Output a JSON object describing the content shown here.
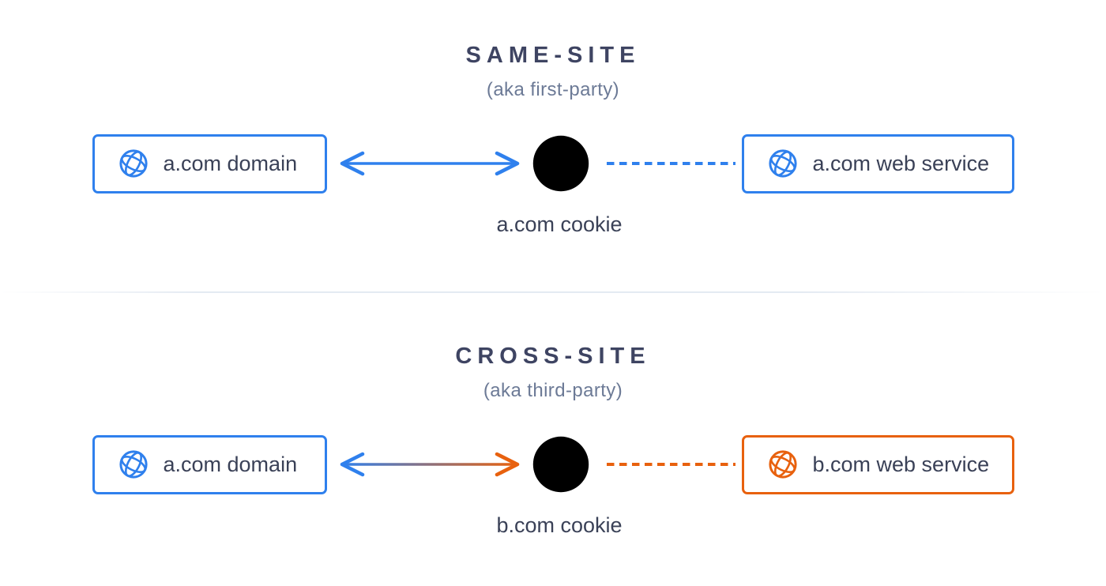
{
  "colors": {
    "blue": "#2F80ED",
    "orange": "#E8610E",
    "navy": "#3A4157",
    "navy_title": "#3E4462",
    "muted": "#6C7A96",
    "cookie_blue_fill": "#A5C7F3",
    "cookie_orange_fill": "#F9D2A4",
    "divider": "#E4EAF2"
  },
  "icons": {
    "globe": "globe-icon (wireframe sphere)",
    "cookie_blue": "cookie-icon (blue cookie with chips and shine)",
    "cookie_orange": "cookie-icon (orange cookie with chips and shine)",
    "bidirectional_arrow_blue": "double-headed arrow, solid blue",
    "bidirectional_arrow_gradient": "double-headed arrow, blue-to-orange gradient",
    "dashed_connector_blue": "dashed horizontal connector, blue",
    "dashed_connector_orange": "dashed horizontal connector, orange"
  },
  "sections": [
    {
      "title": "SAME-SITE",
      "subtitle": "(aka first-party)",
      "left_box": {
        "label": "a.com domain"
      },
      "right_box": {
        "label": "a.com web service"
      },
      "cookie_label": "a.com cookie"
    },
    {
      "title": "CROSS-SITE",
      "subtitle": "(aka third-party)",
      "left_box": {
        "label": "a.com domain"
      },
      "right_box": {
        "label": "b.com web service"
      },
      "cookie_label": "b.com cookie"
    }
  ]
}
